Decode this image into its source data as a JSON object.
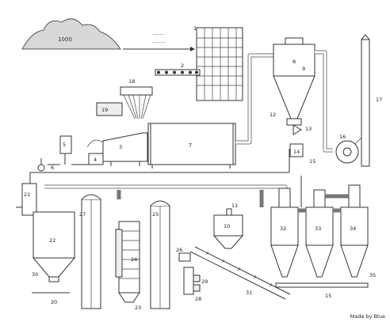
{
  "pile_label": "1000",
  "arrow_label_1": "·······",
  "arrow_label_2": "········",
  "credit": "Made by Blue",
  "labels": {
    "l1": "1",
    "l2": "2",
    "l3": "3",
    "l4": "4",
    "l5": "5",
    "l6": "6",
    "l7": "7",
    "l8": "8",
    "l9": "9",
    "l10": "10",
    "l11": "11",
    "l12": "12",
    "l13": "13",
    "l14": "14",
    "l15": "15",
    "l16": "16",
    "l17": "17",
    "l18": "18",
    "l19": "19",
    "l20": "20",
    "l21": "21",
    "l22": "22",
    "l23": "23",
    "l24": "24",
    "l25": "25",
    "l26": "26",
    "l27": "27",
    "l28": "28",
    "l29": "29",
    "l30": "30",
    "l31": "31",
    "l32": "32",
    "l33": "33",
    "l34": "34",
    "l35": "35"
  }
}
